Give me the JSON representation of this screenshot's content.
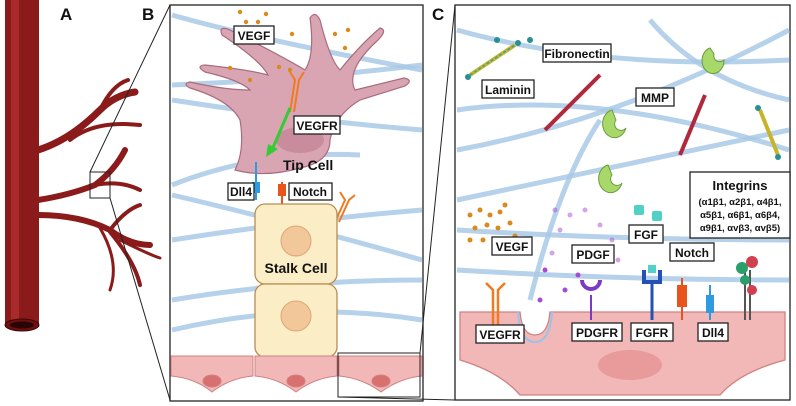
{
  "panels": {
    "a": "A",
    "b": "B",
    "c": "C"
  },
  "panel_b": {
    "vegf": "VEGF",
    "vegfr": "VEGFR",
    "tip_cell": "Tip Cell",
    "dll4": "Dll4",
    "notch": "Notch",
    "stalk_cell": "Stalk Cell"
  },
  "panel_c": {
    "fibronectin": "Fibronectin",
    "laminin": "Laminin",
    "mmp": "MMP",
    "vegf": "VEGF",
    "pdgf": "PDGF",
    "fgf": "FGF",
    "notch": "Notch",
    "integrins_title": "Integrins",
    "integrins_line1": "(α1β1, α2β1, α4β1,",
    "integrins_line2": "α5β1, α6β1, α6β4,",
    "integrins_line3": "α9β1, αvβ3, αvβ5)",
    "vegfr": "VEGFR",
    "pdgfr": "PDGFR",
    "fgfr": "FGFR",
    "dll4": "Dll4"
  },
  "colors": {
    "vessel": "#8b1a1a",
    "tip_cell": "#d9a5b3",
    "stalk_cell": "#fbeec6",
    "membrane": "#f2b8b8",
    "vegf_dot": "#d98a1c",
    "dll4": "#2e9be0",
    "notch": "#e8541c",
    "arrow": "#33cc33"
  }
}
